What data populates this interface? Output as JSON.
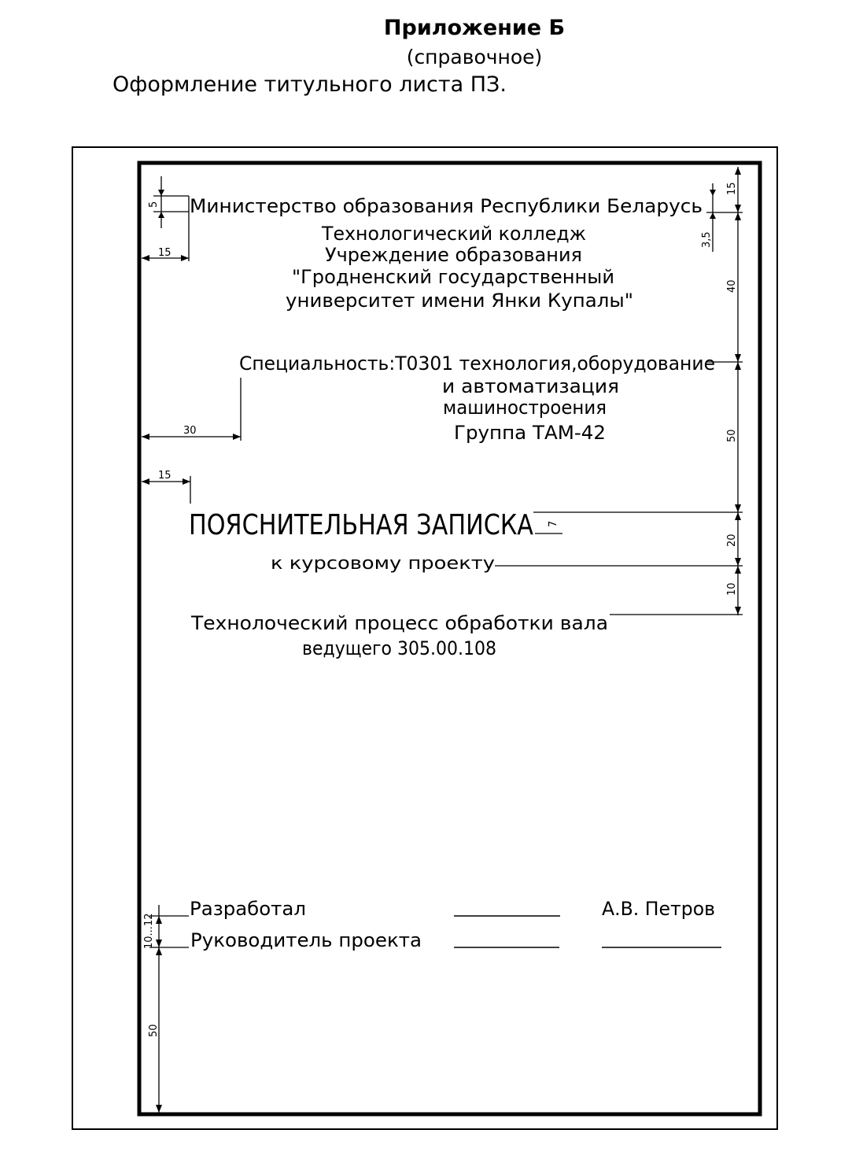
{
  "header": {
    "title": "Приложение Б",
    "subtitle": "(справочное)",
    "caption": "Оформление титульного листа ПЗ."
  },
  "sheet": {
    "ministry": "Министерство образования Республики Беларусь",
    "college": "Технологический колледж",
    "institution": "Учреждение образования",
    "university_1": "\"Гродненский государственный",
    "university_2": "университет имени Янки Купалы\"",
    "specialty_1": "Специальность:Т0301 технология,оборудование",
    "specialty_2": "и автоматизация",
    "specialty_3": "машиностроения",
    "group": "Группа ТАМ-42",
    "doc_title": "ПОЯСНИТЕЛЬНАЯ ЗАПИСКА",
    "doc_size_mark": "7",
    "doc_subtitle": "к курсовому проекту",
    "topic_1": "Технолоческий процесс обработки вала",
    "topic_2": "ведущего 305.00.108",
    "developed_by": "Разработал",
    "developer_name": "А.В. Петров",
    "supervisor": "Руководитель проекта"
  },
  "dimensions": {
    "d5": "5",
    "d15_left_top": "15",
    "d15_right_top": "15",
    "d3_5": "3,5",
    "d40": "40",
    "d30": "30",
    "d50_right": "50",
    "d15_left_mid": "15",
    "d20": "20",
    "d10": "10",
    "d10_12": "10...12",
    "d50_left": "50"
  }
}
